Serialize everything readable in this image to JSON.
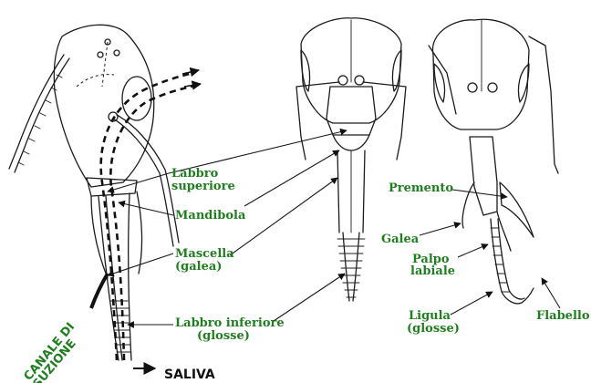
{
  "colors": {
    "label": "#1f7f1f",
    "ink": "#1c1c1c",
    "saliva": "#111111"
  },
  "labels": {
    "labbro_superiore": [
      "Labbro",
      "superiore"
    ],
    "mandibola": "Mandibola",
    "mascella": [
      "Mascella",
      "(galea)"
    ],
    "labbro_inferiore": [
      "Labbro inferiore",
      "(glosse)"
    ],
    "premento": "Premento",
    "galea": "Galea",
    "palpo_labiale": [
      "Palpo",
      "labiale"
    ],
    "ligula": [
      "Ligula",
      "(glosse)"
    ],
    "flabello": "Flabello",
    "canale_di_suzione": [
      "CANALE DI",
      "SUZIONE"
    ],
    "saliva": "SALIVA"
  }
}
